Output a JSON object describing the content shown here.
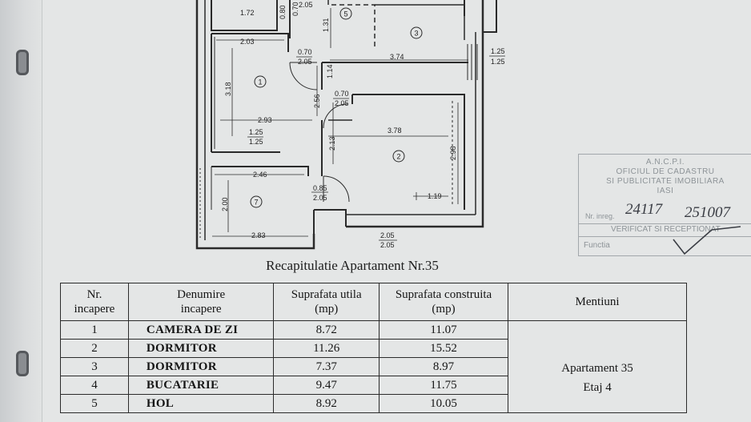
{
  "plan": {
    "dims": {
      "d172": "1.72",
      "d080": "0.80",
      "d070a": "0.70",
      "d205a": "2.05",
      "d131": "1.31",
      "d203": "2.03",
      "d070b": "0.70",
      "d205b": "2.05",
      "d374": "3.74",
      "d125a": "1.25",
      "d125b": "1.25",
      "d318": "3.18",
      "d114": "1.14",
      "d256": "2.56",
      "d070c": "0.70",
      "d205c": "2.05",
      "d293": "2.93",
      "d378": "3.78",
      "d125c": "1.25",
      "d125d": "1.25",
      "d213": "2.13",
      "d298": "2.98",
      "d246": "2.46",
      "d085": "0.85",
      "d205d": "2.05",
      "d200": "2.00",
      "d119": "1.19",
      "d283": "2.83",
      "d205e": "2.05",
      "d205f": "2.05"
    },
    "rooms": {
      "r1": "1",
      "r2": "2",
      "r3": "3",
      "r5": "5",
      "r7": "7"
    }
  },
  "title": "Recapitulatie Apartament Nr.35",
  "table": {
    "headers": {
      "nr": [
        "Nr.",
        "incapere"
      ],
      "name": [
        "Denumire",
        "incapere"
      ],
      "useful": [
        "Suprafata utila",
        "(mp)"
      ],
      "built": [
        "Suprafata construita",
        "(mp)"
      ],
      "notes": "Mentiuni"
    },
    "rows": [
      {
        "nr": "1",
        "name": "CAMERA DE ZI",
        "useful": "8.72",
        "built": "11.07"
      },
      {
        "nr": "2",
        "name": "DORMITOR",
        "useful": "11.26",
        "built": "15.52"
      },
      {
        "nr": "3",
        "name": "DORMITOR",
        "useful": "7.37",
        "built": "8.97"
      },
      {
        "nr": "4",
        "name": "BUCATARIE",
        "useful": "9.47",
        "built": "11.75"
      },
      {
        "nr": "5",
        "name": "HOL",
        "useful": "8.92",
        "built": "10.05"
      }
    ],
    "notes_lines": [
      "Apartament 35",
      "Etaj 4"
    ]
  },
  "stamp": {
    "lines": [
      "A.N.C.P.I.",
      "OFICIUL DE CADASTRU",
      "SI PUBLICITATE IMOBILIARA",
      "IASI"
    ],
    "reg_label": "Nr. inreg.",
    "reg_number": "24117",
    "reg_date": "251007",
    "verified": "VERIFICAT SI RECEPTIONAT",
    "function_label": "Functia"
  }
}
